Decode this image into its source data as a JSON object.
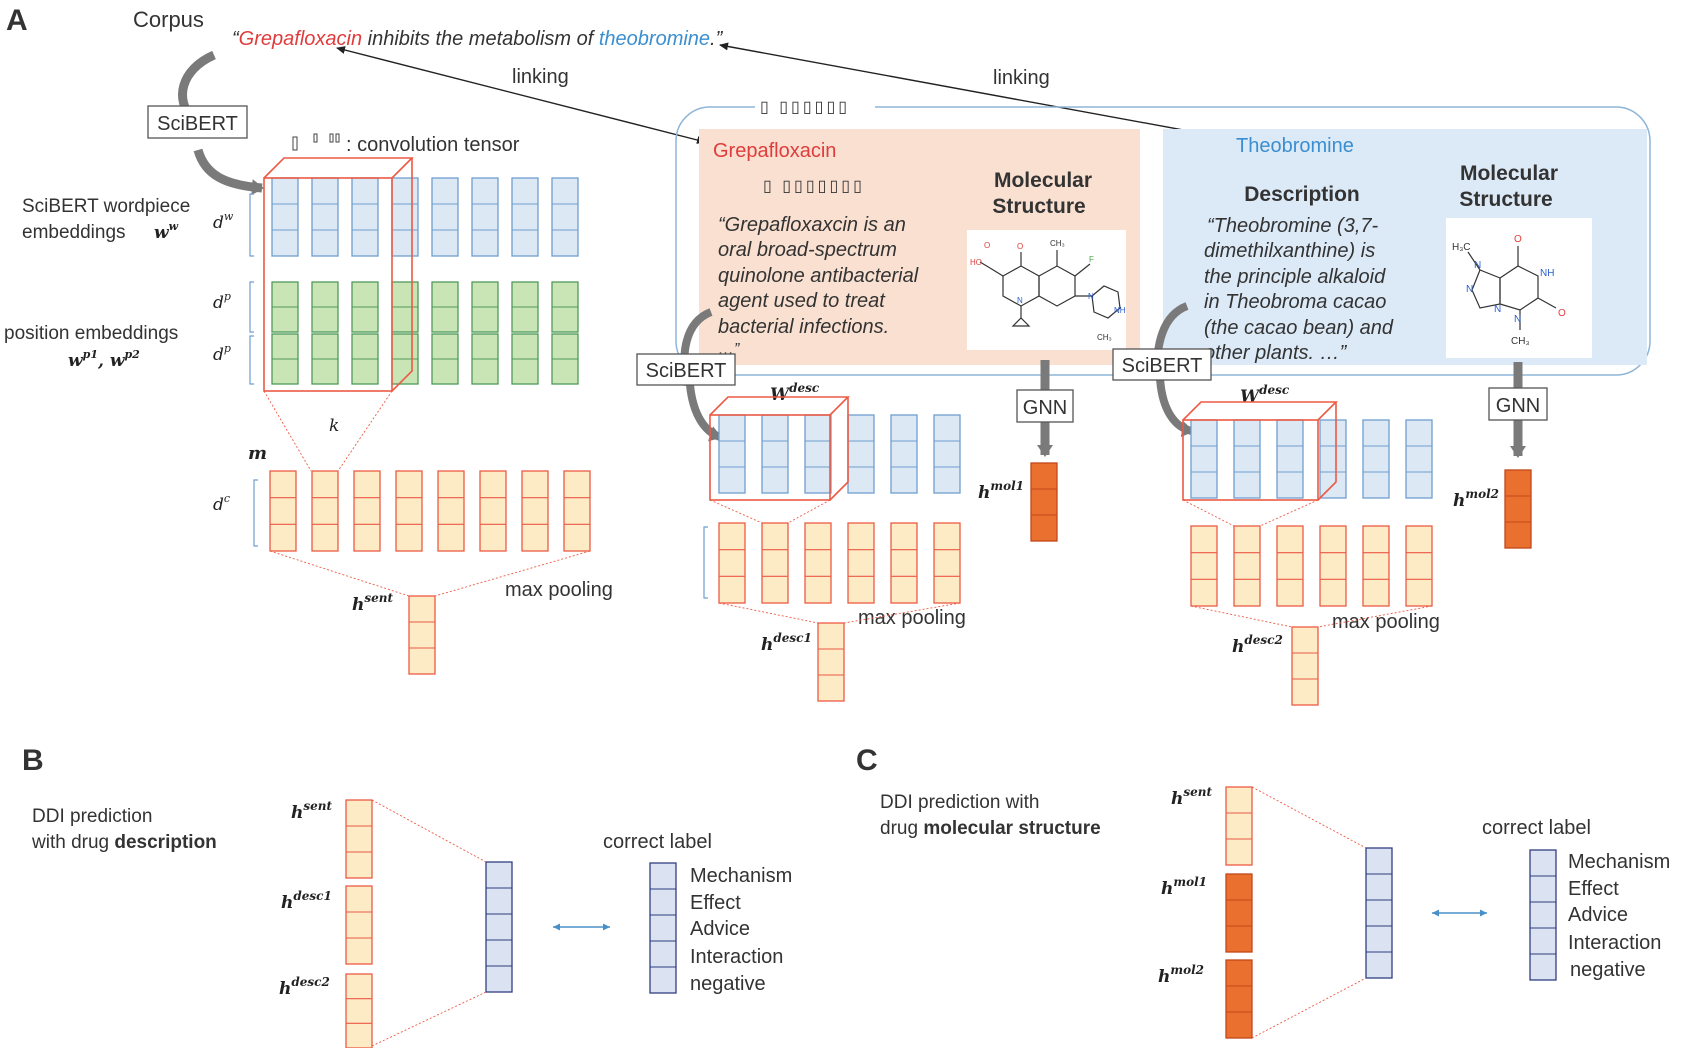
{
  "colors": {
    "red": "#e03c3c",
    "blue_text": "#3b8fd0",
    "wordpiece_fill": "#dce9f5",
    "wordpiece_stroke": "#6f9fcf",
    "position_fill": "#c9e5b5",
    "position_stroke": "#4f9a5a",
    "conv_fill": "#fdebc6",
    "conv_stroke": "#ec5a45",
    "mol_fill": "#e9702f",
    "mol_stroke": "#c4471a",
    "label_fill": "#dbe2f2",
    "label_stroke": "#2f3f7f",
    "grepa_panel": "#f9e0d1",
    "theo_panel": "#dce9f6"
  },
  "panel_labels": {
    "a": "A",
    "b": "B",
    "c": "C"
  },
  "corpus": {
    "label": "Corpus",
    "q_open": "“",
    "drug1": "Grepafloxacin",
    "middle": " inhibits the metabolism of ",
    "drug2": "theobromine",
    "q_close": ".”"
  },
  "linking": [
    "linking",
    "linking"
  ],
  "scibert": "SciBERT",
  "conv_legend": ": convolution tensor",
  "box_header_glyphs": "▯ ▯▯▯▯▯▯",
  "left": {
    "wordpiece_label_line1": "SciBERT wordpiece",
    "wordpiece_label_line2": "embeddings",
    "ww_base": "w",
    "ww_sup": "w",
    "dw_base": "d",
    "dw_sup": "w",
    "dp_base": "d",
    "dp_sup": "p",
    "position_label": "position embeddings",
    "wp_base1": "w",
    "wp_sup1": "p1",
    "wp_comma": ", ",
    "wp_base2": "w",
    "wp_sup2": "p2",
    "k": "k",
    "m": "m",
    "dc_base": "d",
    "dc_sup": "c",
    "max_pooling": "max pooling",
    "hsent_base": "h",
    "hsent_sup": "sent"
  },
  "grepa": {
    "name": "Grepafloxacin",
    "desc_heading_glyphs": "▯ ▯▯▯▯▯▯▯",
    "desc_lines": [
      "“Grepafloxaxcin is an",
      "oral broad-spectrum",
      "quinolone antibacterial",
      "agent used to treat",
      "bacterial infections.",
      "…”"
    ],
    "mol_heading_line1": "Molecular",
    "mol_heading_line2": "Structure",
    "wdesc_base": "W",
    "wdesc_sup": "desc",
    "gnn": "GNN",
    "hmol_base": "h",
    "hmol_sup": "mol1",
    "max_pooling": "max pooling",
    "hdesc_base": "h",
    "hdesc_sup": "desc1"
  },
  "theo": {
    "name": "Theobromine",
    "desc_heading": "Description",
    "desc_lines": [
      "“Theobromine (3,7-",
      "dimethilxanthine) is",
      "the principle alkaloid",
      "in Theobroma cacao",
      "(the cacao bean) and",
      "other plants. …”"
    ],
    "mol_heading_line1": "Molecular",
    "mol_heading_line2": "Structure",
    "wdesc_base": "W",
    "wdesc_sup": "desc",
    "gnn": "GNN",
    "hmol_base": "h",
    "hmol_sup": "mol2",
    "max_pooling": "max pooling",
    "hdesc_base": "h",
    "hdesc_sup": "desc2"
  },
  "molecule_labels": {
    "grepa_atoms": [
      "HO",
      "O",
      "O",
      "CH₃",
      "F",
      "N",
      "N",
      "NH",
      "CH₃"
    ],
    "theo_atoms": [
      "H₃C",
      "N",
      "O",
      "NH",
      "N",
      "N",
      "O",
      "N",
      "CH₃"
    ]
  },
  "panel_b": {
    "title_line1": "DDI prediction",
    "title_line2_prefix": "with drug ",
    "title_line2_bold": "description",
    "in1_base": "h",
    "in1_sup": "sent",
    "in2_base": "h",
    "in2_sup": "desc1",
    "in3_base": "h",
    "in3_sup": "desc2",
    "correct_label": "correct label",
    "classes": [
      "Mechanism",
      "Effect",
      "Advice",
      "Interaction",
      "negative"
    ]
  },
  "panel_c": {
    "title_line1": "DDI prediction with",
    "title_line2_prefix": "drug ",
    "title_line2_bold": "molecular structure",
    "in1_base": "h",
    "in1_sup": "sent",
    "in2_base": "h",
    "in2_sup": "mol1",
    "in3_base": "h",
    "in3_sup": "mol2",
    "correct_label": "correct label",
    "classes": [
      "Mechanism",
      "Effect",
      "Advice",
      "Interaction",
      "negative"
    ]
  }
}
